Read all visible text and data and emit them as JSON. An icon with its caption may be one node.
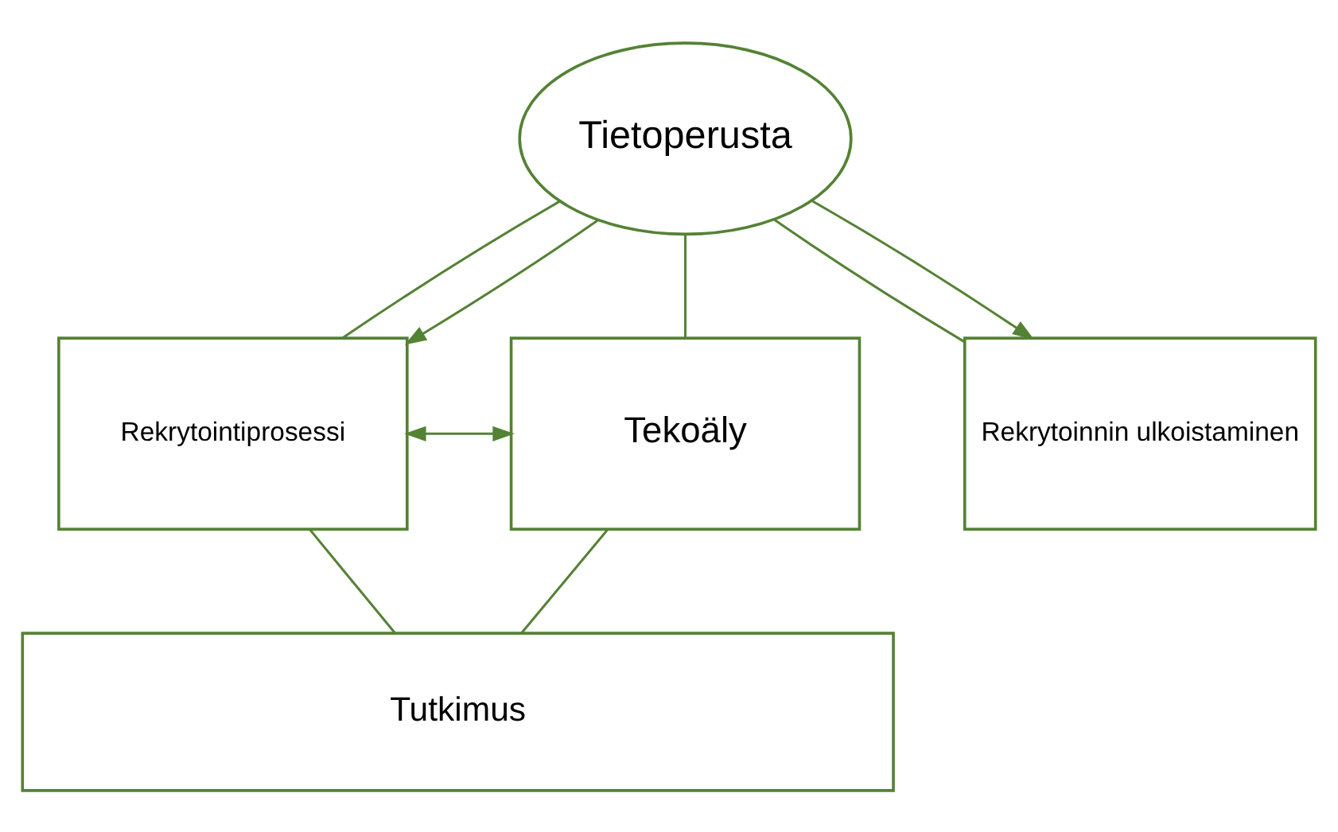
{
  "diagram": {
    "nodes": [
      {
        "text": [
          "Tietoperusta"
        ]
      },
      {
        "text": [
          "Rekrytointiprosessi"
        ]
      },
      {
        "text": [
          "Tekoäly"
        ]
      },
      {
        "text": [
          "Rekrytoinnin ulkoistaminen"
        ]
      },
      {
        "text": [
          "Tutkimus"
        ]
      }
    ],
    "edges": [
      {
        "from": 0,
        "to": 1,
        "arrow": "none"
      },
      {
        "from": 0,
        "to": 2,
        "arrow": "none"
      },
      {
        "from": 0,
        "to": 3,
        "arrow": "none"
      },
      {
        "from": 0,
        "to": 1,
        "arrow": "to"
      },
      {
        "from": 0,
        "to": 3,
        "arrow": "to"
      },
      {
        "from": 1,
        "to": 2,
        "arrow": "both"
      },
      {
        "from": 1,
        "to": 4,
        "arrow": "none"
      },
      {
        "from": 2,
        "to": 4,
        "arrow": "none"
      }
    ]
  }
}
